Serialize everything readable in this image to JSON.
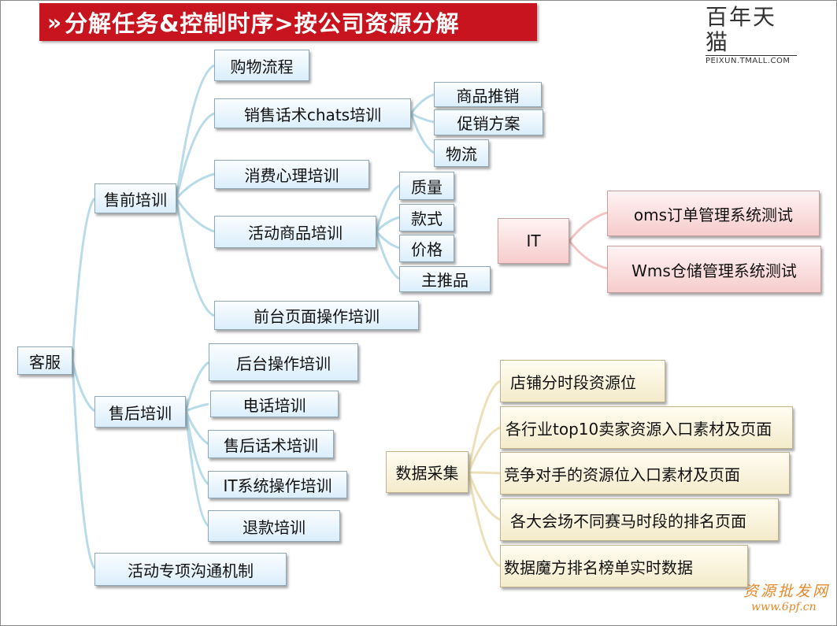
{
  "header": {
    "chevron": "»",
    "title": "分解任务&控制时序>按公司资源分解"
  },
  "logo": {
    "chinese": "百年天猫",
    "english": "PEIXUN.TMALL.COM"
  },
  "nodes": {
    "root": "客服",
    "pre": "售前培训",
    "post": "售后培训",
    "event": "活动专项沟通机制",
    "shopping": "购物流程",
    "sales_talk": "销售话术chats培训",
    "consumer": "消费心理培训",
    "activity": "活动商品培训",
    "frontend": "前台页面操作培训",
    "promo_goods": "商品推销",
    "promo_plan": "促销方案",
    "logistics": "物流",
    "quality": "质量",
    "style": "款式",
    "price": "价格",
    "main_push": "主推品",
    "it": "IT",
    "oms": "oms订单管理系统测试",
    "wms": "Wms仓储管理系统测试",
    "backend": "后台操作培训",
    "phone": "电话培训",
    "after_talk": "售后话术培训",
    "it_system": "IT系统操作培训",
    "refund": "退款培训",
    "data": "数据采集",
    "d1": "店铺分时段资源位",
    "d2": "各行业top10卖家资源入口素材及页面",
    "d3": "竞争对手的资源位入口素材及页面",
    "d4": "各大会场不同赛马时段的排名页面",
    "d5": "数据魔方排名榜单实时数据"
  },
  "watermark": {
    "line1": "资源批发网",
    "line2": "www.6pf.cn"
  },
  "colors": {
    "banner": "#c8141e",
    "connector": "#b7dbe9",
    "blue_node": "#dbeefb",
    "red_node": "#f6cccc",
    "tan_node": "#f4ebcb"
  }
}
